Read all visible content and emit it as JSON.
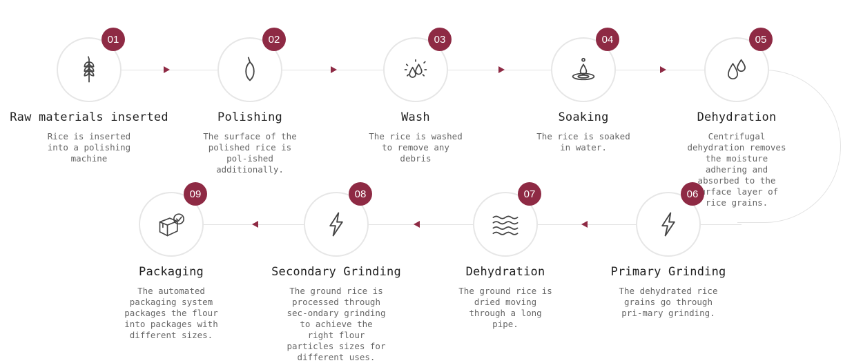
{
  "steps": [
    {
      "number": "01",
      "title": "Raw materials inserted",
      "description": "Rice is inserted into a polishing machine",
      "icon": "wheat-icon"
    },
    {
      "number": "02",
      "title": "Polishing",
      "description": "The surface of the polished rice is pol-ished additionally.",
      "icon": "rice-grain-icon"
    },
    {
      "number": "03",
      "title": "Wash",
      "description": "The rice is washed to remove any debris",
      "icon": "water-splash-icon"
    },
    {
      "number": "04",
      "title": "Soaking",
      "description": "The rice is soaked in water.",
      "icon": "water-drop-ripple-icon"
    },
    {
      "number": "05",
      "title": "Dehydration",
      "description": "Centrifugal dehydration removes the moisture adhering and absorbed to the surface layer of rice grains.",
      "icon": "water-drops-icon"
    },
    {
      "number": "06",
      "title": "Primary Grinding",
      "description": "The dehydrated rice grains go through pri-mary grinding.",
      "icon": "lightning-icon"
    },
    {
      "number": "07",
      "title": "Dehydration",
      "description": "The ground rice is dried moving through a long pipe.",
      "icon": "waves-icon"
    },
    {
      "number": "08",
      "title": "Secondary Grinding",
      "description": "The ground rice is processed through sec-ondary grinding to achieve the right flour particles sizes for different uses.",
      "icon": "lightning-icon"
    },
    {
      "number": "09",
      "title": "Packaging",
      "description": "The automated packaging system packages the flour into packages with different sizes.",
      "icon": "package-box-icon"
    }
  ],
  "colors": {
    "accent": "#8e2a44",
    "circle_border": "#e6e6e6",
    "line": "#e2e2e2",
    "text": "#222222",
    "muted": "#666666"
  }
}
